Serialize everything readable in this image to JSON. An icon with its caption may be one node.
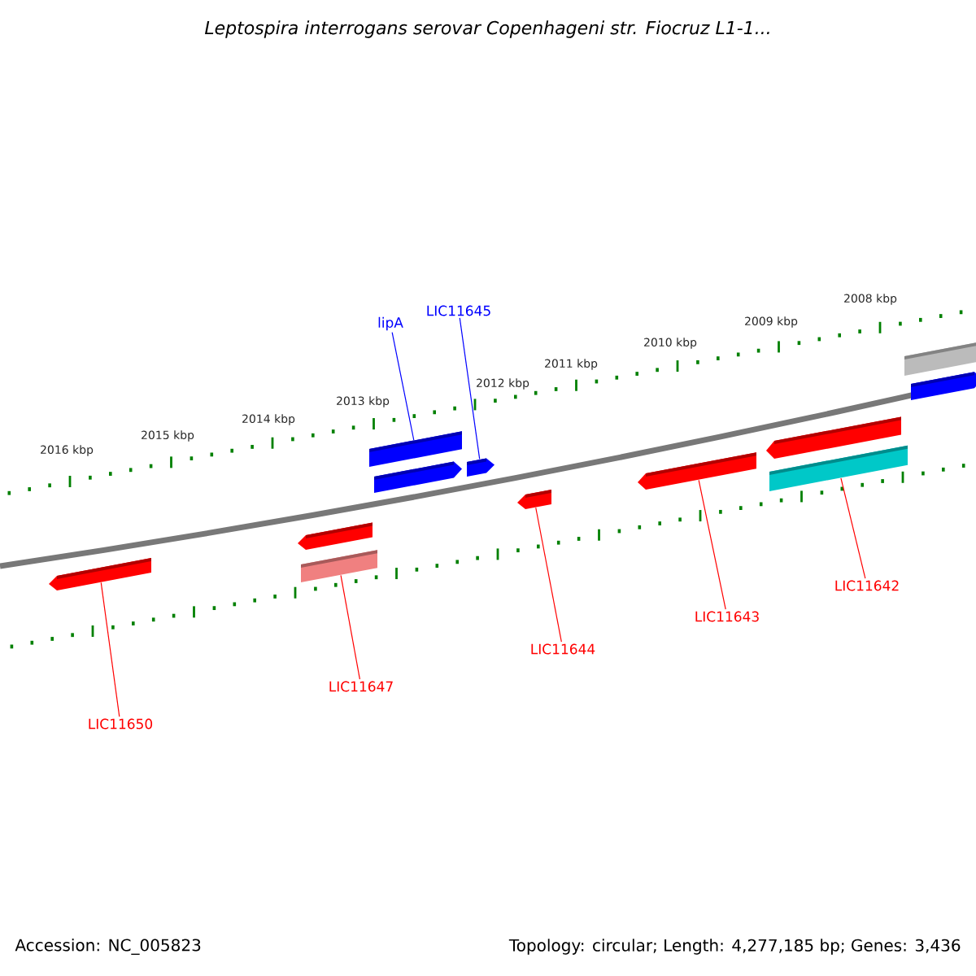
{
  "diagram": {
    "title": "Leptospira interrogans serovar Copenhageni str. Fiocruz L1-1...",
    "nodes": [
      {
        "text": [
          "lipA"
        ]
      },
      {
        "text": [
          "LIC11645"
        ]
      },
      {
        "text": [
          "LIC11650"
        ]
      },
      {
        "text": [
          "LIC11647"
        ]
      },
      {
        "text": [
          "LIC11644"
        ]
      },
      {
        "text": [
          "LIC11643"
        ]
      },
      {
        "text": [
          "LIC11642"
        ]
      },
      {
        "text": [],
        "shape": "bar"
      },
      {
        "text": [],
        "shape": "bar"
      },
      {
        "text": [],
        "shape": "bar"
      },
      {
        "text": [],
        "shape": "bar"
      },
      {
        "text": [],
        "shape": "bar"
      },
      {
        "text": [],
        "shape": "bar"
      },
      {
        "text": [],
        "shape": "bar"
      },
      {
        "text": [],
        "shape": "bar"
      },
      {
        "text": [],
        "shape": "bar"
      },
      {
        "text": [],
        "shape": "bar"
      },
      {
        "text": [],
        "shape": "bar"
      },
      {
        "text": [],
        "shape": "bar"
      }
    ],
    "edges": [
      {
        "from": 0,
        "to": 10,
        "arrow": "none",
        "color": "#0000ff"
      },
      {
        "from": 1,
        "to": 12,
        "arrow": "none",
        "color": "#0000ff"
      },
      {
        "from": 2,
        "to": 7,
        "arrow": "none"
      },
      {
        "from": 3,
        "to": 9,
        "arrow": "none"
      },
      {
        "from": 4,
        "to": 13,
        "arrow": "none"
      },
      {
        "from": 5,
        "to": 14,
        "arrow": "none"
      },
      {
        "from": 6,
        "to": 16,
        "arrow": "none"
      }
    ],
    "labels": [
      "2008 kbp",
      "2009 kbp",
      "2010 kbp",
      "2011 kbp",
      "2012 kbp",
      "2013 kbp",
      "2014 kbp",
      "2015 kbp",
      "2016 kbp",
      "Accession: NC_005823",
      "Topology: circular; Length: 4,277,185 bp; Genes: 3,436"
    ]
  }
}
